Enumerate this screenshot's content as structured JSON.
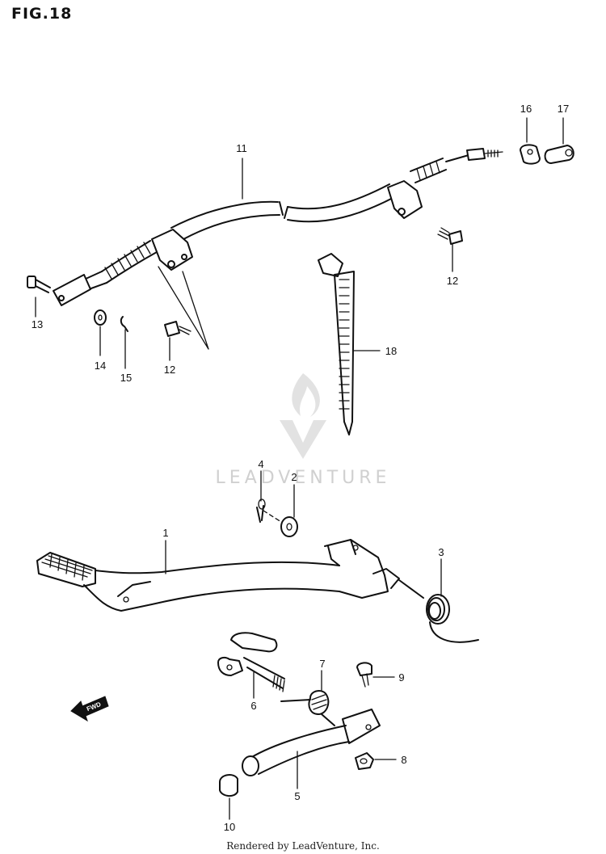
{
  "figure": {
    "title": "FIG.18"
  },
  "watermark": {
    "brand": "LEADVENTURE"
  },
  "footer": {
    "text": "Rendered by LeadVenture, Inc."
  },
  "fwd_label": "FWD",
  "callouts": {
    "c1": "1",
    "c2": "2",
    "c3": "3",
    "c4": "4",
    "c5": "5",
    "c6": "6",
    "c7": "7",
    "c8": "8",
    "c9": "9",
    "c10": "10",
    "c11": "11",
    "c12a": "12",
    "c12b": "12",
    "c13": "13",
    "c14": "14",
    "c15": "15",
    "c16": "16",
    "c17": "17",
    "c18": "18"
  }
}
